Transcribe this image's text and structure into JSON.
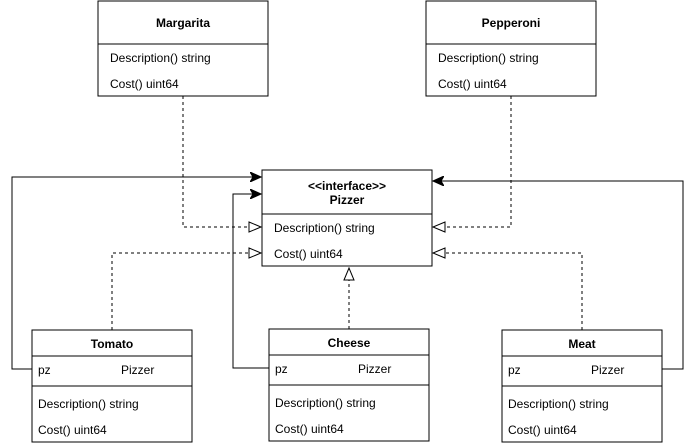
{
  "classes": {
    "margarita": {
      "name": "Margarita",
      "methods": [
        "Description() string",
        "Cost() uint64"
      ]
    },
    "pepperoni": {
      "name": "Pepperoni",
      "methods": [
        "Description() string",
        "Cost() uint64"
      ]
    },
    "pizzer": {
      "stereotype": "<<interface>>",
      "name": "Pizzer",
      "methods": [
        "Description() string",
        "Cost() uint64"
      ]
    },
    "tomato": {
      "name": "Tomato",
      "field_name": "pz",
      "field_type": "Pizzer",
      "methods": [
        "Description() string",
        "Cost() uint64"
      ]
    },
    "cheese": {
      "name": "Cheese",
      "field_name": "pz",
      "field_type": "Pizzer",
      "methods": [
        "Description() string",
        "Cost() uint64"
      ]
    },
    "meat": {
      "name": "Meat",
      "field_name": "pz",
      "field_type": "Pizzer",
      "methods": [
        "Description() string",
        "Cost() uint64"
      ]
    }
  },
  "colors": {
    "stroke": "#000000",
    "fill": "#ffffff",
    "text": "#000000"
  }
}
